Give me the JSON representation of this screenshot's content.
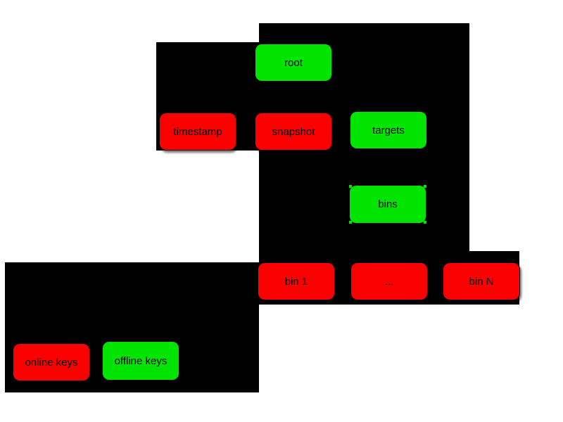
{
  "colors": {
    "online_red": "#fa0000",
    "offline_green": "#00e400",
    "panel_black": "#000000",
    "canvas_white": "#ffffff",
    "label_black": "#000000"
  },
  "nodes": {
    "root": {
      "label": "root",
      "key_type": "offline"
    },
    "timestamp": {
      "label": "timestamp",
      "key_type": "online"
    },
    "snapshot": {
      "label": "snapshot",
      "key_type": "online"
    },
    "targets": {
      "label": "targets",
      "key_type": "offline"
    },
    "bins": {
      "label": "bins",
      "key_type": "offline"
    },
    "bin_1": {
      "label": "bin 1",
      "key_type": "online"
    },
    "bin_ellipsis": {
      "label": "...",
      "key_type": "online"
    },
    "bin_n": {
      "label": "bin N",
      "key_type": "online"
    },
    "online_keys": {
      "label": "online keys",
      "key_type": "online"
    },
    "offline_keys": {
      "label": "offline keys",
      "key_type": "offline"
    }
  }
}
